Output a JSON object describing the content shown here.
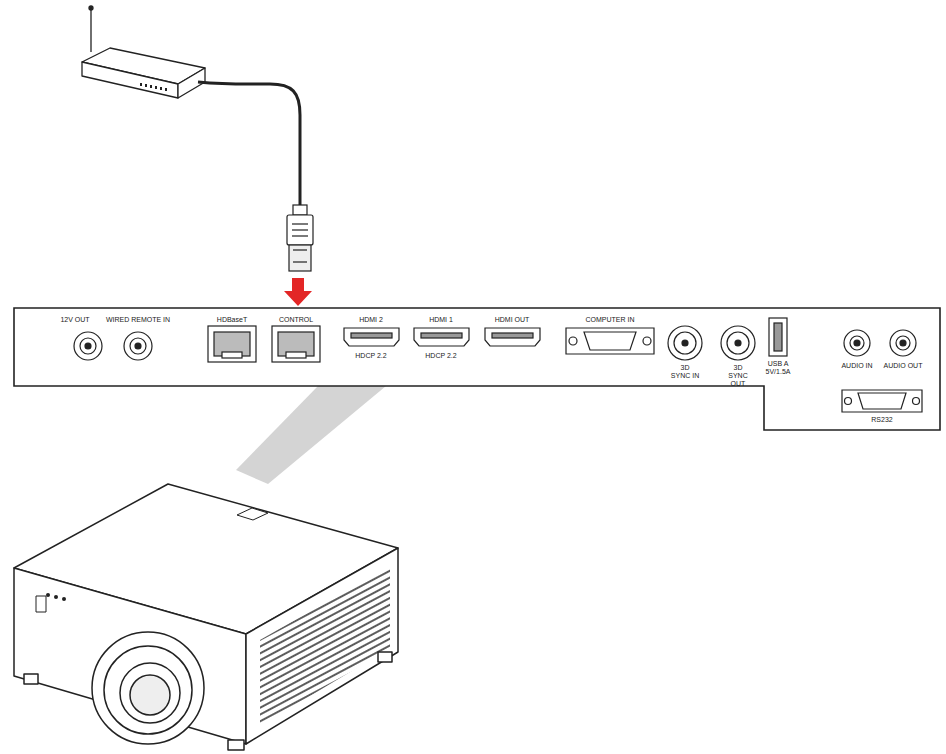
{
  "diagram": {
    "labels": [
      "12V OUT",
      "WIRED REMOTE IN",
      "HDBaseT",
      "CONTROL",
      "HDMI 2",
      "HDCP 2.2",
      "HDMI 1",
      "HDCP 2.2",
      "HDMI OUT",
      "COMPUTER IN",
      "3D SYNC IN",
      "3D SYNC OUT",
      "USB A 5V/1.5A",
      "AUDIO IN",
      "AUDIO OUT",
      "RS232"
    ]
  }
}
